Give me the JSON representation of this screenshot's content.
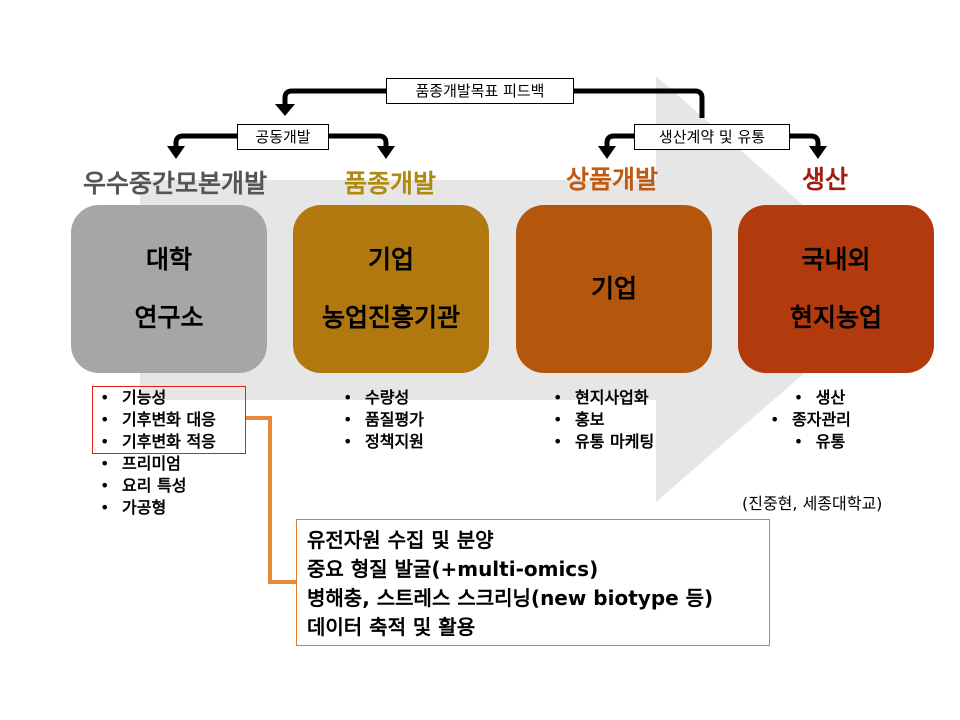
{
  "feedback_labels": {
    "top": "품종개발목표 피드백",
    "left": "공동개발",
    "right": "생산계약 및 유통"
  },
  "stages": [
    {
      "title": "우수중간모본개발",
      "title_color": "#555555",
      "box_color": "#a6a6a6",
      "lines": [
        "대학",
        "연구소"
      ],
      "bullets": [
        "기능성",
        "기후변화 대응",
        "기후변화 적응",
        "프리미엄",
        "요리 특성",
        "가공형"
      ]
    },
    {
      "title": "품종개발",
      "title_color": "#b08a10",
      "box_color": "#b0780e",
      "lines": [
        "기업",
        "농업진흥기관"
      ],
      "bullets": [
        "수량성",
        "품질평가",
        "정책지원"
      ]
    },
    {
      "title": "상품개발",
      "title_color": "#c05a10",
      "box_color": "#b4560c",
      "lines": [
        "기업"
      ],
      "bullets": [
        "현지사업화",
        "홍보",
        "유통 마케팅"
      ]
    },
    {
      "title": "생산",
      "title_color": "#a31e0e",
      "box_color": "#b23a0c",
      "lines": [
        "국내외",
        "현지농업"
      ],
      "bullets": [
        "생산",
        "종자관리",
        "유통"
      ]
    }
  ],
  "info_box": {
    "lines": [
      "유전자원 수집 및 분양",
      "중요 형질 발굴(+multi-omics)",
      "병해충, 스트레스 스크리닝(new biotype 등)",
      "데이터 축적 및 활용"
    ]
  },
  "credit": "(진중현, 세종대학교)",
  "colors": {
    "arrow_bg": "#e6e6e6",
    "connector": "#000000",
    "highlight_border": "#e02020",
    "link_line": "#e8893a"
  }
}
